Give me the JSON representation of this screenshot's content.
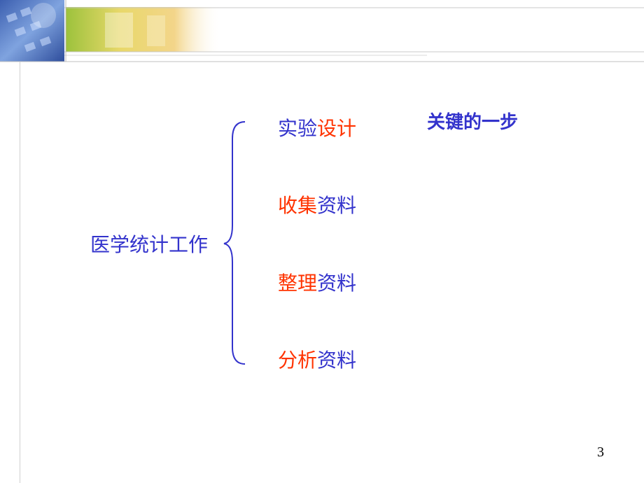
{
  "slide": {
    "main_topic": "医学统计工作",
    "steps": [
      {
        "part1": "实验",
        "part2": "设计",
        "part1_color": "blue",
        "part2_color": "red"
      },
      {
        "part1": "收集",
        "part2": "资料",
        "part1_color": "red",
        "part2_color": "blue"
      },
      {
        "part1": "整理",
        "part2": "资料",
        "part1_color": "red",
        "part2_color": "blue"
      },
      {
        "part1": "分析",
        "part2": "资料",
        "part1_color": "red",
        "part2_color": "blue"
      }
    ],
    "note": "关键的一步",
    "page_number": "3"
  },
  "colors": {
    "blue": "#3333cc",
    "red": "#ff3300"
  }
}
